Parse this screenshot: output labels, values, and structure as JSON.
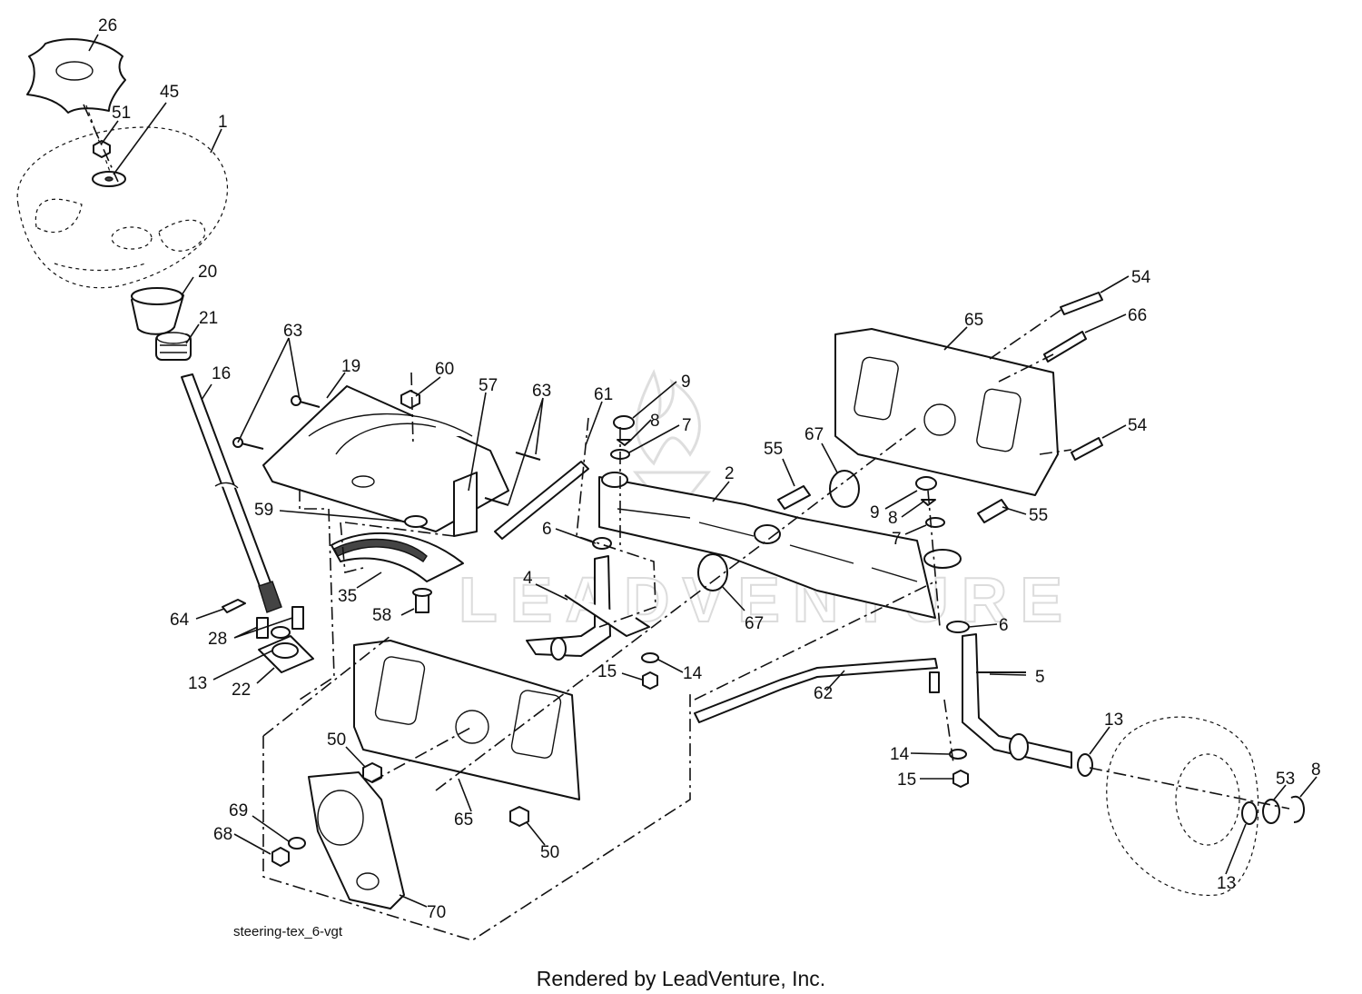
{
  "diagram_id": "steering-tex_6-vgt",
  "footer": "Rendered by LeadVenture, Inc.",
  "watermark": "LEADVENTURE",
  "callouts": [
    {
      "id": "c26",
      "label": "26"
    },
    {
      "id": "c45",
      "label": "45"
    },
    {
      "id": "c51",
      "label": "51"
    },
    {
      "id": "c1",
      "label": "1"
    },
    {
      "id": "c20",
      "label": "20"
    },
    {
      "id": "c21",
      "label": "21"
    },
    {
      "id": "c16",
      "label": "16"
    },
    {
      "id": "c63a",
      "label": "63"
    },
    {
      "id": "c19",
      "label": "19"
    },
    {
      "id": "c60",
      "label": "60"
    },
    {
      "id": "c57",
      "label": "57"
    },
    {
      "id": "c63b",
      "label": "63"
    },
    {
      "id": "c59",
      "label": "59"
    },
    {
      "id": "c35",
      "label": "35"
    },
    {
      "id": "c58",
      "label": "58"
    },
    {
      "id": "c64",
      "label": "64"
    },
    {
      "id": "c28",
      "label": "28"
    },
    {
      "id": "c13a",
      "label": "13"
    },
    {
      "id": "c22",
      "label": "22"
    },
    {
      "id": "c61",
      "label": "61"
    },
    {
      "id": "c9a",
      "label": "9"
    },
    {
      "id": "c8a",
      "label": "8"
    },
    {
      "id": "c7a",
      "label": "7"
    },
    {
      "id": "c2",
      "label": "2"
    },
    {
      "id": "c55a",
      "label": "55"
    },
    {
      "id": "c67a",
      "label": "67"
    },
    {
      "id": "c65a",
      "label": "65"
    },
    {
      "id": "c54a",
      "label": "54"
    },
    {
      "id": "c66",
      "label": "66"
    },
    {
      "id": "c54b",
      "label": "54"
    },
    {
      "id": "c9b",
      "label": "9"
    },
    {
      "id": "c8b",
      "label": "8"
    },
    {
      "id": "c7b",
      "label": "7"
    },
    {
      "id": "c55b",
      "label": "55"
    },
    {
      "id": "c6a",
      "label": "6"
    },
    {
      "id": "c4",
      "label": "4"
    },
    {
      "id": "c67b",
      "label": "67"
    },
    {
      "id": "c6b",
      "label": "6"
    },
    {
      "id": "c5",
      "label": "5"
    },
    {
      "id": "c15a",
      "label": "15"
    },
    {
      "id": "c14a",
      "label": "14"
    },
    {
      "id": "c62",
      "label": "62"
    },
    {
      "id": "c14b",
      "label": "14"
    },
    {
      "id": "c15b",
      "label": "15"
    },
    {
      "id": "c13b",
      "label": "13"
    },
    {
      "id": "c53",
      "label": "53"
    },
    {
      "id": "c8c",
      "label": "8"
    },
    {
      "id": "c13c",
      "label": "13"
    },
    {
      "id": "c50a",
      "label": "50"
    },
    {
      "id": "c65b",
      "label": "65"
    },
    {
      "id": "c50b",
      "label": "50"
    },
    {
      "id": "c69",
      "label": "69"
    },
    {
      "id": "c68",
      "label": "68"
    },
    {
      "id": "c70",
      "label": "70"
    }
  ]
}
